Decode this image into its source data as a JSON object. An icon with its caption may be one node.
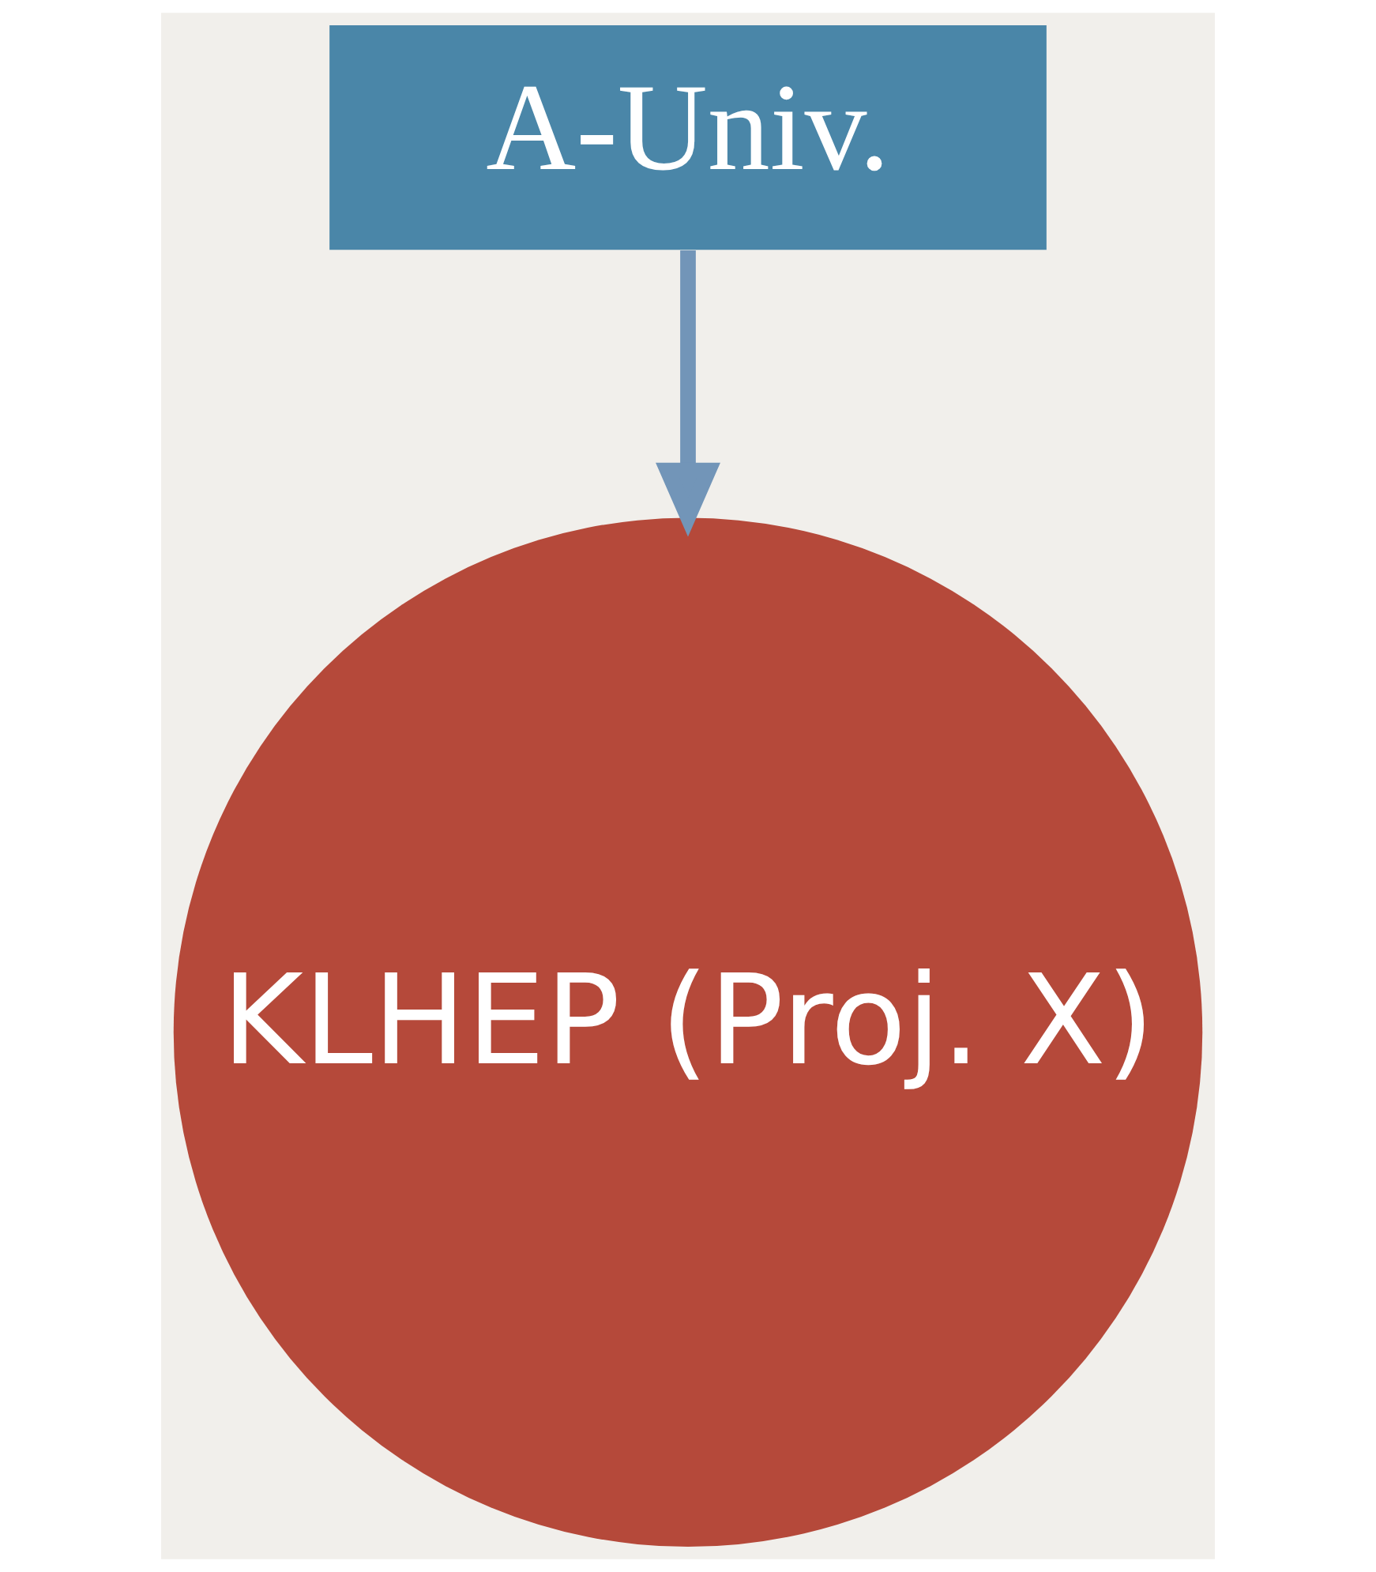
{
  "diagram": {
    "nodes": [
      {
        "text": [
          "A-Univ."
        ]
      },
      {
        "text": [
          "KLHEP (Proj. X)"
        ]
      }
    ],
    "edges": [
      {
        "from": 0,
        "to": 1,
        "arrow": "to"
      }
    ]
  }
}
